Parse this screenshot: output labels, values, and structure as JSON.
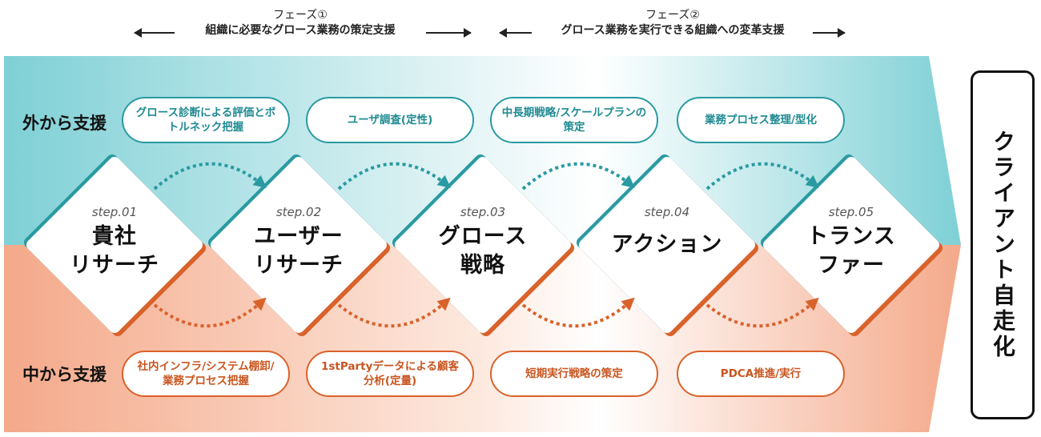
{
  "phases": [
    {
      "label": "フェーズ①",
      "desc": "組織に必要なグロース業務の策定支援"
    },
    {
      "label": "フェーズ②",
      "desc": "グロース業務を実行できる組織への変革支援"
    }
  ],
  "rows": {
    "outside": {
      "label": "外から支援",
      "color": "#2a9aa2"
    },
    "inside": {
      "label": "中から支援",
      "color": "#d9622b"
    }
  },
  "outside_items": [
    {
      "text": "グロース診断による評価とボトルネック把握"
    },
    {
      "text": "ユーザ調査(定性)"
    },
    {
      "text": "中長期戦略/スケールプランの策定"
    },
    {
      "text": "業務プロセス整理/型化"
    }
  ],
  "inside_items": [
    {
      "text": "社内インフラ/システム棚卸/業務プロセス把握"
    },
    {
      "text": "1stPartyデータによる顧客分析(定量)"
    },
    {
      "text": "短期実行戦略の策定"
    },
    {
      "text": "PDCA推進/実行"
    }
  ],
  "steps": [
    {
      "num": "step.01",
      "title": "貴社\nリサーチ"
    },
    {
      "num": "step.02",
      "title": "ユーザー\nリサーチ"
    },
    {
      "num": "step.03",
      "title": "グロース\n戦略"
    },
    {
      "num": "step.04",
      "title": "アクション"
    },
    {
      "num": "step.05",
      "title": "トランス\nファー"
    }
  ],
  "client": {
    "label": "クライアント自走化"
  },
  "colors": {
    "teal": "#2a9aa2",
    "orange": "#d9622b"
  }
}
